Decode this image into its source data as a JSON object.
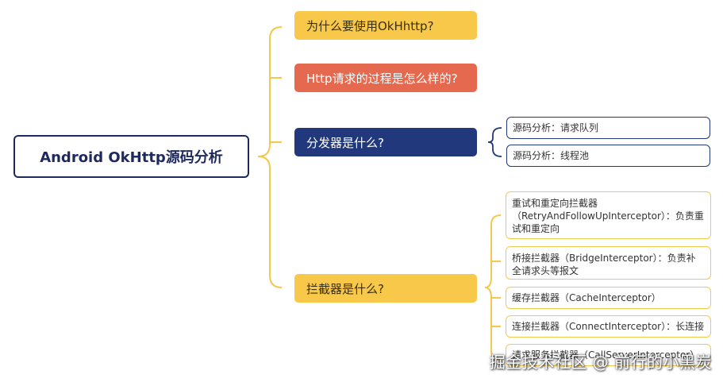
{
  "root": {
    "label": "Android OkHttp源码分析"
  },
  "topics": [
    {
      "label": "为什么要使用OkHhttp?"
    },
    {
      "label": "Http请求的过程是怎么样的?"
    },
    {
      "label": "分发器是什么?"
    },
    {
      "label": "拦截器是什么?"
    }
  ],
  "dispatcher_children": [
    {
      "label": "源码分析：请求队列"
    },
    {
      "label": "源码分析：线程池"
    }
  ],
  "interceptor_children": [
    {
      "label": "重试和重定向拦截器（RetryAndFollowUpInterceptor）：负责重试和重定向"
    },
    {
      "label": "桥接拦截器（BridgeInterceptor）：负责补全请求头等报文"
    },
    {
      "label": "缓存拦截器（CacheInterceptor）"
    },
    {
      "label": "连接拦截器（ConnectInterceptor）：长连接"
    },
    {
      "label": "请求服务拦截器（CallServerInterceptor）"
    }
  ],
  "watermark": "掘金技术社区 @ 前行的小黑炭",
  "colors": {
    "navy": "#1e2a5e",
    "yellow": "#f8c84b",
    "red": "#e5694f",
    "blue": "#22387c",
    "connector": "#f2c94c"
  }
}
